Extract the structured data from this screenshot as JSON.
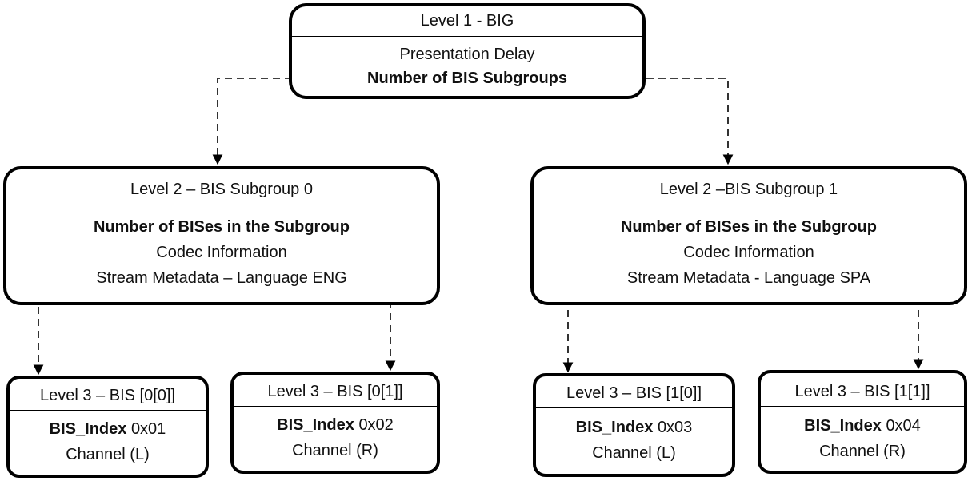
{
  "level1": {
    "title": "Level 1 - BIG",
    "line1": "Presentation Delay",
    "line2": "Number of BIS Subgroups"
  },
  "subgroups": [
    {
      "title": "Level 2 – BIS Subgroup 0",
      "bises_count_label": "Number of BISes in the Subgroup",
      "codec": "Codec Information",
      "metadata": "Stream Metadata – Language ENG"
    },
    {
      "title": "Level 2 –BIS Subgroup 1",
      "bises_count_label": "Number of BISes in the Subgroup",
      "codec": "Codec Information",
      "metadata": "Stream Metadata - Language SPA"
    }
  ],
  "bises": [
    {
      "title": "Level 3 – BIS [0[0]]",
      "index_label": "BIS_Index",
      "index_value": "0x01",
      "channel": "Channel (L)"
    },
    {
      "title": "Level 3 – BIS [0[1]]",
      "index_label": "BIS_Index",
      "index_value": "0x02",
      "channel": "Channel (R)"
    },
    {
      "title": "Level 3 – BIS [1[0]]",
      "index_label": "BIS_Index",
      "index_value": "0x03",
      "channel": "Channel (L)"
    },
    {
      "title": "Level 3 – BIS [1[1]]",
      "index_label": "BIS_Index",
      "index_value": "0x04",
      "channel": "Channel (R)"
    }
  ]
}
